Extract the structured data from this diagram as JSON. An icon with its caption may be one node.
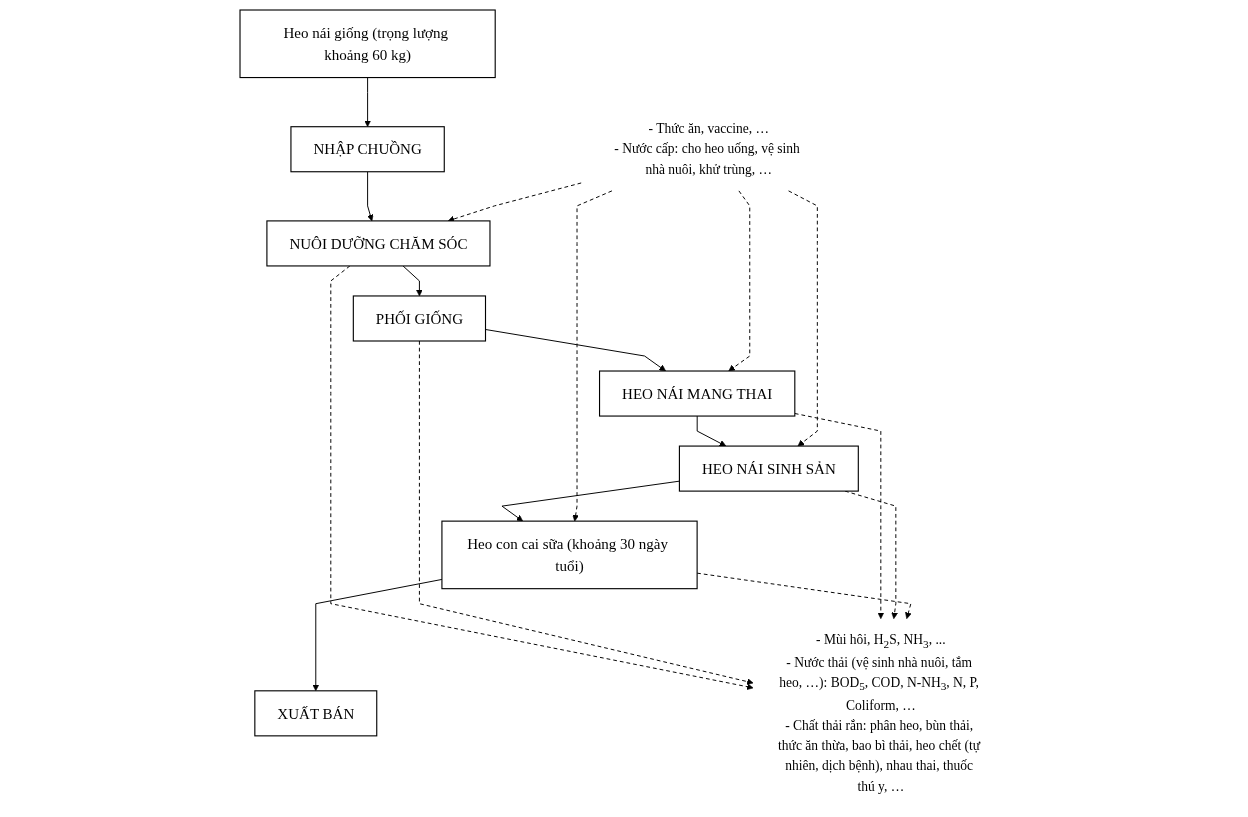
{
  "diagram": {
    "nodes": [
      {
        "text": [
          "Heo nái giống (trọng lượng khoảng 60 kg)"
        ]
      },
      {
        "text": [
          "NHẬP CHUỒNG"
        ]
      },
      {
        "text": [
          "NUÔI DƯỠNG CHĂM SÓC"
        ]
      },
      {
        "text": [
          "PHỐI GIỐNG"
        ]
      },
      {
        "text": [
          "HEO NÁI MANG THAI"
        ]
      },
      {
        "text": [
          "HEO NÁI SINH SẢN"
        ]
      },
      {
        "text": [
          "Heo con cai sữa (khoảng 30 ngày tuổi)"
        ]
      },
      {
        "text": [
          "XUẤT BÁN"
        ]
      },
      {
        "text": [
          "- Thức ăn, vaccine, …",
          "- Nước cấp: cho heo uống, vệ sinh nhà nuôi, khử trùng, …"
        ]
      },
      {
        "text": [
          "- Mùi hôi, H$_{2}$S, NH$_{3}$, ...",
          "- Nước thải (vệ sinh nhà nuôi, tắm heo, …): BOD$_{5}$, COD, N-NH$_{3}$, N, P, Coliform, …",
          "- Chất thải rắn: phân heo, bùn thải, thức ăn thừa, bao bì thải, heo chết (tự nhiên, dịch bệnh), nhau thai, thuốc thú y, …"
        ]
      }
    ],
    "edges": [
      {
        "from": 0,
        "to": 1,
        "arrow": "to"
      },
      {
        "from": 1,
        "to": 2,
        "arrow": "to"
      },
      {
        "from": 2,
        "to": 3,
        "arrow": "to"
      },
      {
        "from": 3,
        "to": 4,
        "arrow": "to"
      },
      {
        "from": 4,
        "to": 5,
        "arrow": "to"
      },
      {
        "from": 5,
        "to": 6,
        "arrow": "to"
      },
      {
        "from": 6,
        "to": 7,
        "arrow": "to"
      },
      {
        "from": 8,
        "to": 2,
        "arrow": "to",
        "style": "dashed"
      },
      {
        "from": 8,
        "to": 4,
        "arrow": "to",
        "style": "dashed"
      },
      {
        "from": 8,
        "to": 5,
        "arrow": "to",
        "style": "dashed"
      },
      {
        "from": 8,
        "to": 6,
        "arrow": "to",
        "style": "dashed"
      },
      {
        "from": 2,
        "to": 9,
        "arrow": "to",
        "style": "dashed"
      },
      {
        "from": 3,
        "to": 9,
        "arrow": "to",
        "style": "dashed"
      },
      {
        "from": 4,
        "to": 9,
        "arrow": "to",
        "style": "dashed"
      },
      {
        "from": 5,
        "to": 9,
        "arrow": "to",
        "style": "dashed"
      },
      {
        "from": 6,
        "to": 9,
        "arrow": "to",
        "style": "dashed"
      }
    ]
  }
}
